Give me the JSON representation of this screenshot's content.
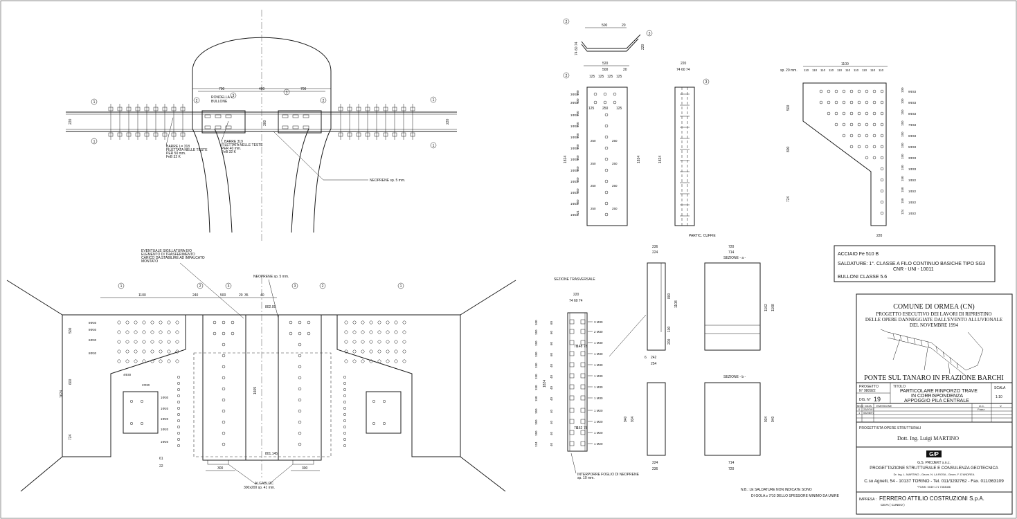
{
  "elevation": {
    "dim_700_left": "700",
    "dim_400": "400",
    "dim_700_right": "700",
    "dim_220_left": "220",
    "dim_220_right": "220",
    "dim_300": "300",
    "rondella": "RONDELLA +",
    "bullone": "BULLONE",
    "barre_318": [
      "BARRE L= 318",
      "FILETTATA NELLE TESTE",
      "PER 50 mm.",
      "FeB 32 K"
    ],
    "barre_319": [
      "L BARRE 319",
      "FILETTATA NELLE TESTE",
      "PER 40 mm.",
      "FeB 32 K"
    ],
    "neoprene_5": "NEOPRENE sp. 5 mm."
  },
  "plan": {
    "sigillatura": [
      "EVENTUALE SIGILLATURA E/O",
      "ELEMENTO DI TRASFERIMENTO",
      "CARICO DA STABILIRE AD IMPALCATO",
      "MONTATO"
    ],
    "neoprene_5": "NEOPRENE sp. 5 mm.",
    "dim_1100": "1100",
    "dim_240": "240",
    "dim_500": "500",
    "dim_20": "20",
    "dim_35": "35",
    "dim_40": "40",
    "level_top": "802.05",
    "level_bottom": "801.145",
    "dim_1605": "1605",
    "dim_1624": "1624",
    "dim_500v": "500",
    "dim_600v": "600",
    "dim_724v": "724",
    "dim_61": "61",
    "dim_22": "22",
    "dim_300_left": "300",
    "dim_300_right": "300",
    "algabloc": [
      "ALGABLOC",
      "300x200 sp. 41 mm."
    ],
    "bolt_labels_left": [
      "8Φ30",
      "8Φ30",
      "6Φ30",
      "8Φ30",
      "4Φ30",
      "2Φ30",
      "1Φ30",
      "1Φ20",
      "1Φ20",
      "1Φ20",
      "1Φ20"
    ]
  },
  "cuffie": {
    "top_500": "500",
    "top_20": "20",
    "top_220": "220",
    "top_74_60_74": "74 60 74",
    "plate_520": "520",
    "plate_500": "500",
    "plate_20": "20",
    "plate_125s": [
      "125",
      "125",
      "125",
      "125"
    ],
    "plate_125_250_125": [
      "125",
      "250",
      "125"
    ],
    "plate_250s": [
      "250",
      "250",
      "250",
      "250",
      "250",
      "250",
      "250",
      "250"
    ],
    "dim_1824_a": "1824",
    "dim_1824_b": "1824",
    "dim_1824_c": "1824",
    "left_dims": [
      "100",
      "100",
      "150",
      "150",
      "150",
      "150",
      "150",
      "150",
      "150",
      "150",
      "150",
      "124"
    ],
    "bolt_labels": [
      "3Φ33",
      "3Φ33",
      "1Φ33",
      "1Φ33",
      "1Φ33",
      "1Φ33",
      "1Φ33",
      "1Φ33",
      "1Φ22",
      "1Φ22",
      "1Φ22",
      "1Φ22"
    ],
    "side_220": "220",
    "side_74_60_74": "74 60 74",
    "caption": "PARTIC. CUFFIE",
    "sp20": "sp. 20 mm.",
    "big_1100": "1100",
    "big_110s": [
      "110",
      "110",
      "110",
      "110",
      "110",
      "110",
      "110",
      "110",
      "110",
      "110"
    ],
    "big_500": "500",
    "big_800": "800",
    "big_724": "724",
    "big_220": "220",
    "big_bolt_labels": [
      "9Φ33",
      "9Φ33",
      "8Φ33",
      "7Φ33",
      "6Φ33",
      "5Φ33",
      "3Φ33",
      "1Φ33",
      "1Φ22",
      "1Φ22",
      "1Φ22",
      "1Φ22"
    ]
  },
  "notes": {
    "acciaio": "ACCIAIO  Fe 510 B",
    "saldature": "SALDATURE:  1°. CLASSE A FILO CONTINUO BASICHE TIPO SG3",
    "saldature2": "CNR - UNI - 10011",
    "bulloni": "BULLONI CLASSE 5.6"
  },
  "section": {
    "title": "SEZIONE TRASVERSALE",
    "top_220": "220",
    "top_74_60_74": "74 60 74",
    "left_dims": [
      "100",
      "150",
      "150",
      "150",
      "150",
      "150",
      "150",
      "150",
      "150",
      "150",
      "150",
      "124"
    ],
    "dim_1824": "1824",
    "inner_dims": [
      "60",
      "60",
      "60",
      "60",
      "40",
      "40",
      "40",
      "40",
      "40",
      "40",
      "40",
      "40"
    ],
    "bolt_labels": [
      "3 M30",
      "2 M30",
      "1 M30",
      "1 M30",
      "1 M30",
      "1 M30",
      "1 M30",
      "1 M30",
      "1 M20",
      "1 M20",
      "1 M20",
      "1 M20"
    ],
    "interporre": [
      "INTERPORRE FOGLIO DI NEOPRENE",
      "sp. 10 mm."
    ],
    "mid_dims": [
      "78",
      "148",
      "78"
    ],
    "mid_dims2": [
      "78",
      "162",
      "78"
    ]
  },
  "sections_ab": {
    "a_top_236": "236",
    "a_top_224": "224",
    "a_800": "800",
    "a_1108": "1108",
    "a_100": "100",
    "a_200": "200",
    "a_bottom_242": "242",
    "a_bottom_254": "254",
    "a_6": "6",
    "sec_a_title": "SEZIONE - a -",
    "sec_a_720": "720",
    "sec_a_714": "714",
    "sec_a_1102": "1102",
    "sec_a_1108": "1108",
    "b_940": "940",
    "b_934": "934",
    "b_224": "224",
    "b_236": "236",
    "sec_b_title": "SEZIONE - b -",
    "sec_b_714": "714",
    "sec_b_720": "720",
    "sec_b_934": "934",
    "sec_b_940": "940",
    "nb1": "N.B.: LE SALDATURE NON INDICATE SONO",
    "nb2": "DI GOLA ≥ 7/10 DELLO SPESSORE MINIMO DA UNIRE"
  },
  "title_block": {
    "comune": "COMUNE DI ORMEA  (CN)",
    "progetto1": "PROGETTO ESECUTIVO DEI LAVORI DI RIPRISTINO",
    "progetto2": "DELLE OPERE DANNEGGIATE DALL'EVENTO ALLUVIONALE",
    "progetto3": "DEL NOVEMBRE 1994",
    "ponte": "PONTE SUL TANARO IN FRAZIONE BARCHI",
    "progetto_label": "PROGETTO",
    "progetto_num": "N° 980922",
    "titolo_label": "TITOLO",
    "titolo1": "PARTICOLARE RINFORZO TRAVE",
    "titolo2": "IN  CORRISPONDENZA",
    "titolo3": "APPOGGIO PILA CENTRALE",
    "scala_label": "SCALA",
    "scala_val": "1:10",
    "dis_label": "DIS. N°",
    "dis_num": "19",
    "mod": "MOD",
    "data": "DATA",
    "emissione": "EMISSIONE",
    "uc": "U.C.",
    "v": "V.",
    "rev0_n": "0",
    "rev0_d": "23/07/97",
    "rev1_n": "1",
    "rev1_d": "05/08/97",
    "franz": "Franz",
    "progettista_label": "PROGETTISTA OPERE STRUTTURALI",
    "progettista": "Dott. Ing.   Luigi MARTINO",
    "logo": "G/P",
    "gs": "G.S. PROJEKT s.n.c.",
    "gs2": "PROGETTAZIONE STRUTTURALE E CONSULENZA GEOTECNICA",
    "gs3": "Dr. Ing. L. MARTINO - Geom. N. LA ROSA - Geom. F. D'ANDREA",
    "gs4": "C.so Agnelli, 54 - 10137 TORINO - Tel. 011/3292762 - Fax. 011/363109",
    "gs5": "*FUNK: 0049 171 7353086",
    "impresa_label": "IMPRESA :",
    "impresa": "FERRERO ATTILIO COSTRUZIONI S.p.A.",
    "impresa2": "CEVA ( CUNEO )"
  }
}
